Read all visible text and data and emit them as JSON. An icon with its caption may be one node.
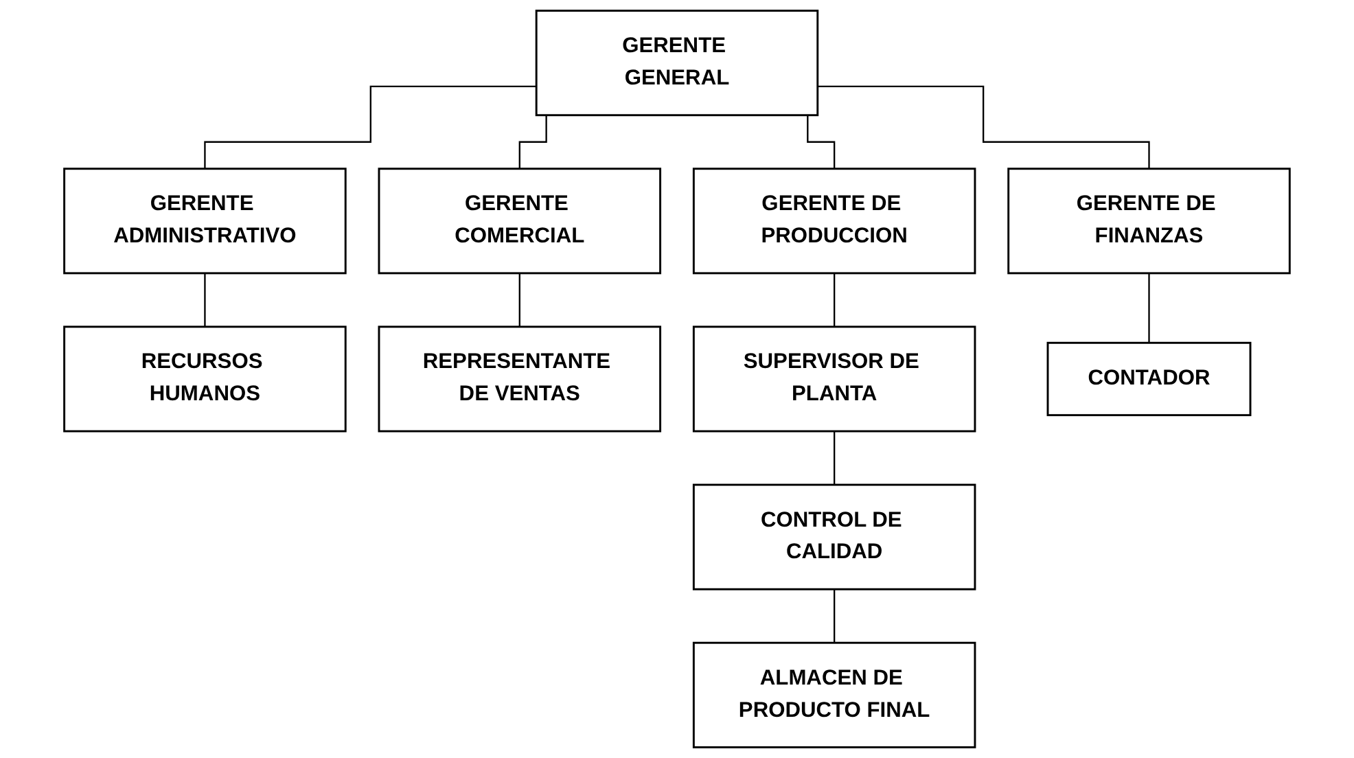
{
  "diagram": {
    "nodes": [
      {
        "text": [
          "GERENTE GENERAL"
        ]
      },
      {
        "text": [
          "GERENTE ADMINISTRATIVO"
        ]
      },
      {
        "text": [
          "GERENTE COMERCIAL"
        ]
      },
      {
        "text": [
          "GERENTE DE PRODUCCION"
        ]
      },
      {
        "text": [
          "GERENTE DE FINANZAS"
        ]
      },
      {
        "text": [
          "RECURSOS HUMANOS"
        ]
      },
      {
        "text": [
          "REPRESENTANTE DE VENTAS"
        ]
      },
      {
        "text": [
          "SUPERVISOR DE PLANTA"
        ]
      },
      {
        "text": [
          "CONTADOR"
        ]
      },
      {
        "text": [
          "CONTROL DE CALIDAD"
        ]
      },
      {
        "text": [
          "ALMACEN DE PRODUCTO FINAL"
        ]
      }
    ],
    "edges": [
      {
        "from": 0,
        "to": 1,
        "arrow": "none"
      },
      {
        "from": 0,
        "to": 2,
        "arrow": "none"
      },
      {
        "from": 0,
        "to": 3,
        "arrow": "none"
      },
      {
        "from": 0,
        "to": 4,
        "arrow": "none"
      },
      {
        "from": 1,
        "to": 5,
        "arrow": "none"
      },
      {
        "from": 2,
        "to": 6,
        "arrow": "none"
      },
      {
        "from": 3,
        "to": 7,
        "arrow": "none"
      },
      {
        "from": 4,
        "to": 8,
        "arrow": "none"
      },
      {
        "from": 7,
        "to": 9,
        "arrow": "none"
      },
      {
        "from": 9,
        "to": 10,
        "arrow": "none"
      }
    ]
  }
}
